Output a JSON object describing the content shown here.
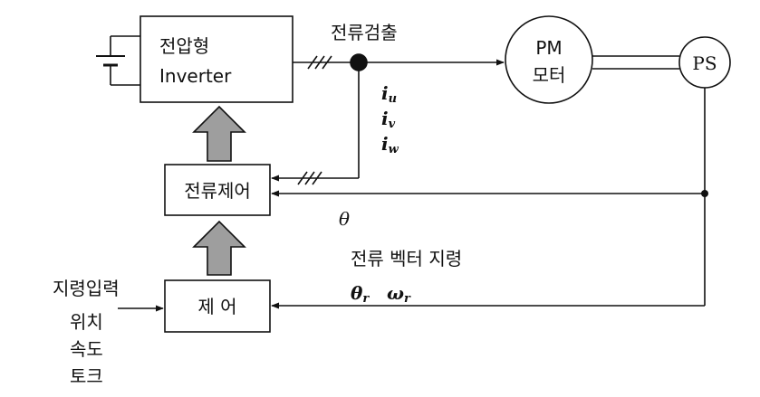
{
  "blocks": {
    "inverter": {
      "line1": "전압형",
      "line2": "Inverter"
    },
    "current_control": {
      "label": "전류제어"
    },
    "control": {
      "label": "제 어"
    },
    "motor": {
      "line1": "PM",
      "line2": "모터"
    },
    "sensor": {
      "label": "PS"
    }
  },
  "labels": {
    "current_detect": "전류검출",
    "i_u": "i",
    "i_u_sub": "u",
    "i_v": "i",
    "i_v_sub": "v",
    "i_w": "i",
    "i_w_sub": "w",
    "theta": "θ",
    "current_vector_cmd": "전류 벡터 지령",
    "theta_r": "θ",
    "theta_r_sub": "r",
    "omega_r": "ω",
    "omega_r_sub": "r",
    "command_input": "지령입력",
    "position": "위치",
    "speed": "속도",
    "torque": "토크"
  },
  "colors": {
    "line": "#111111",
    "arrow_fill": "#9e9e9e"
  }
}
